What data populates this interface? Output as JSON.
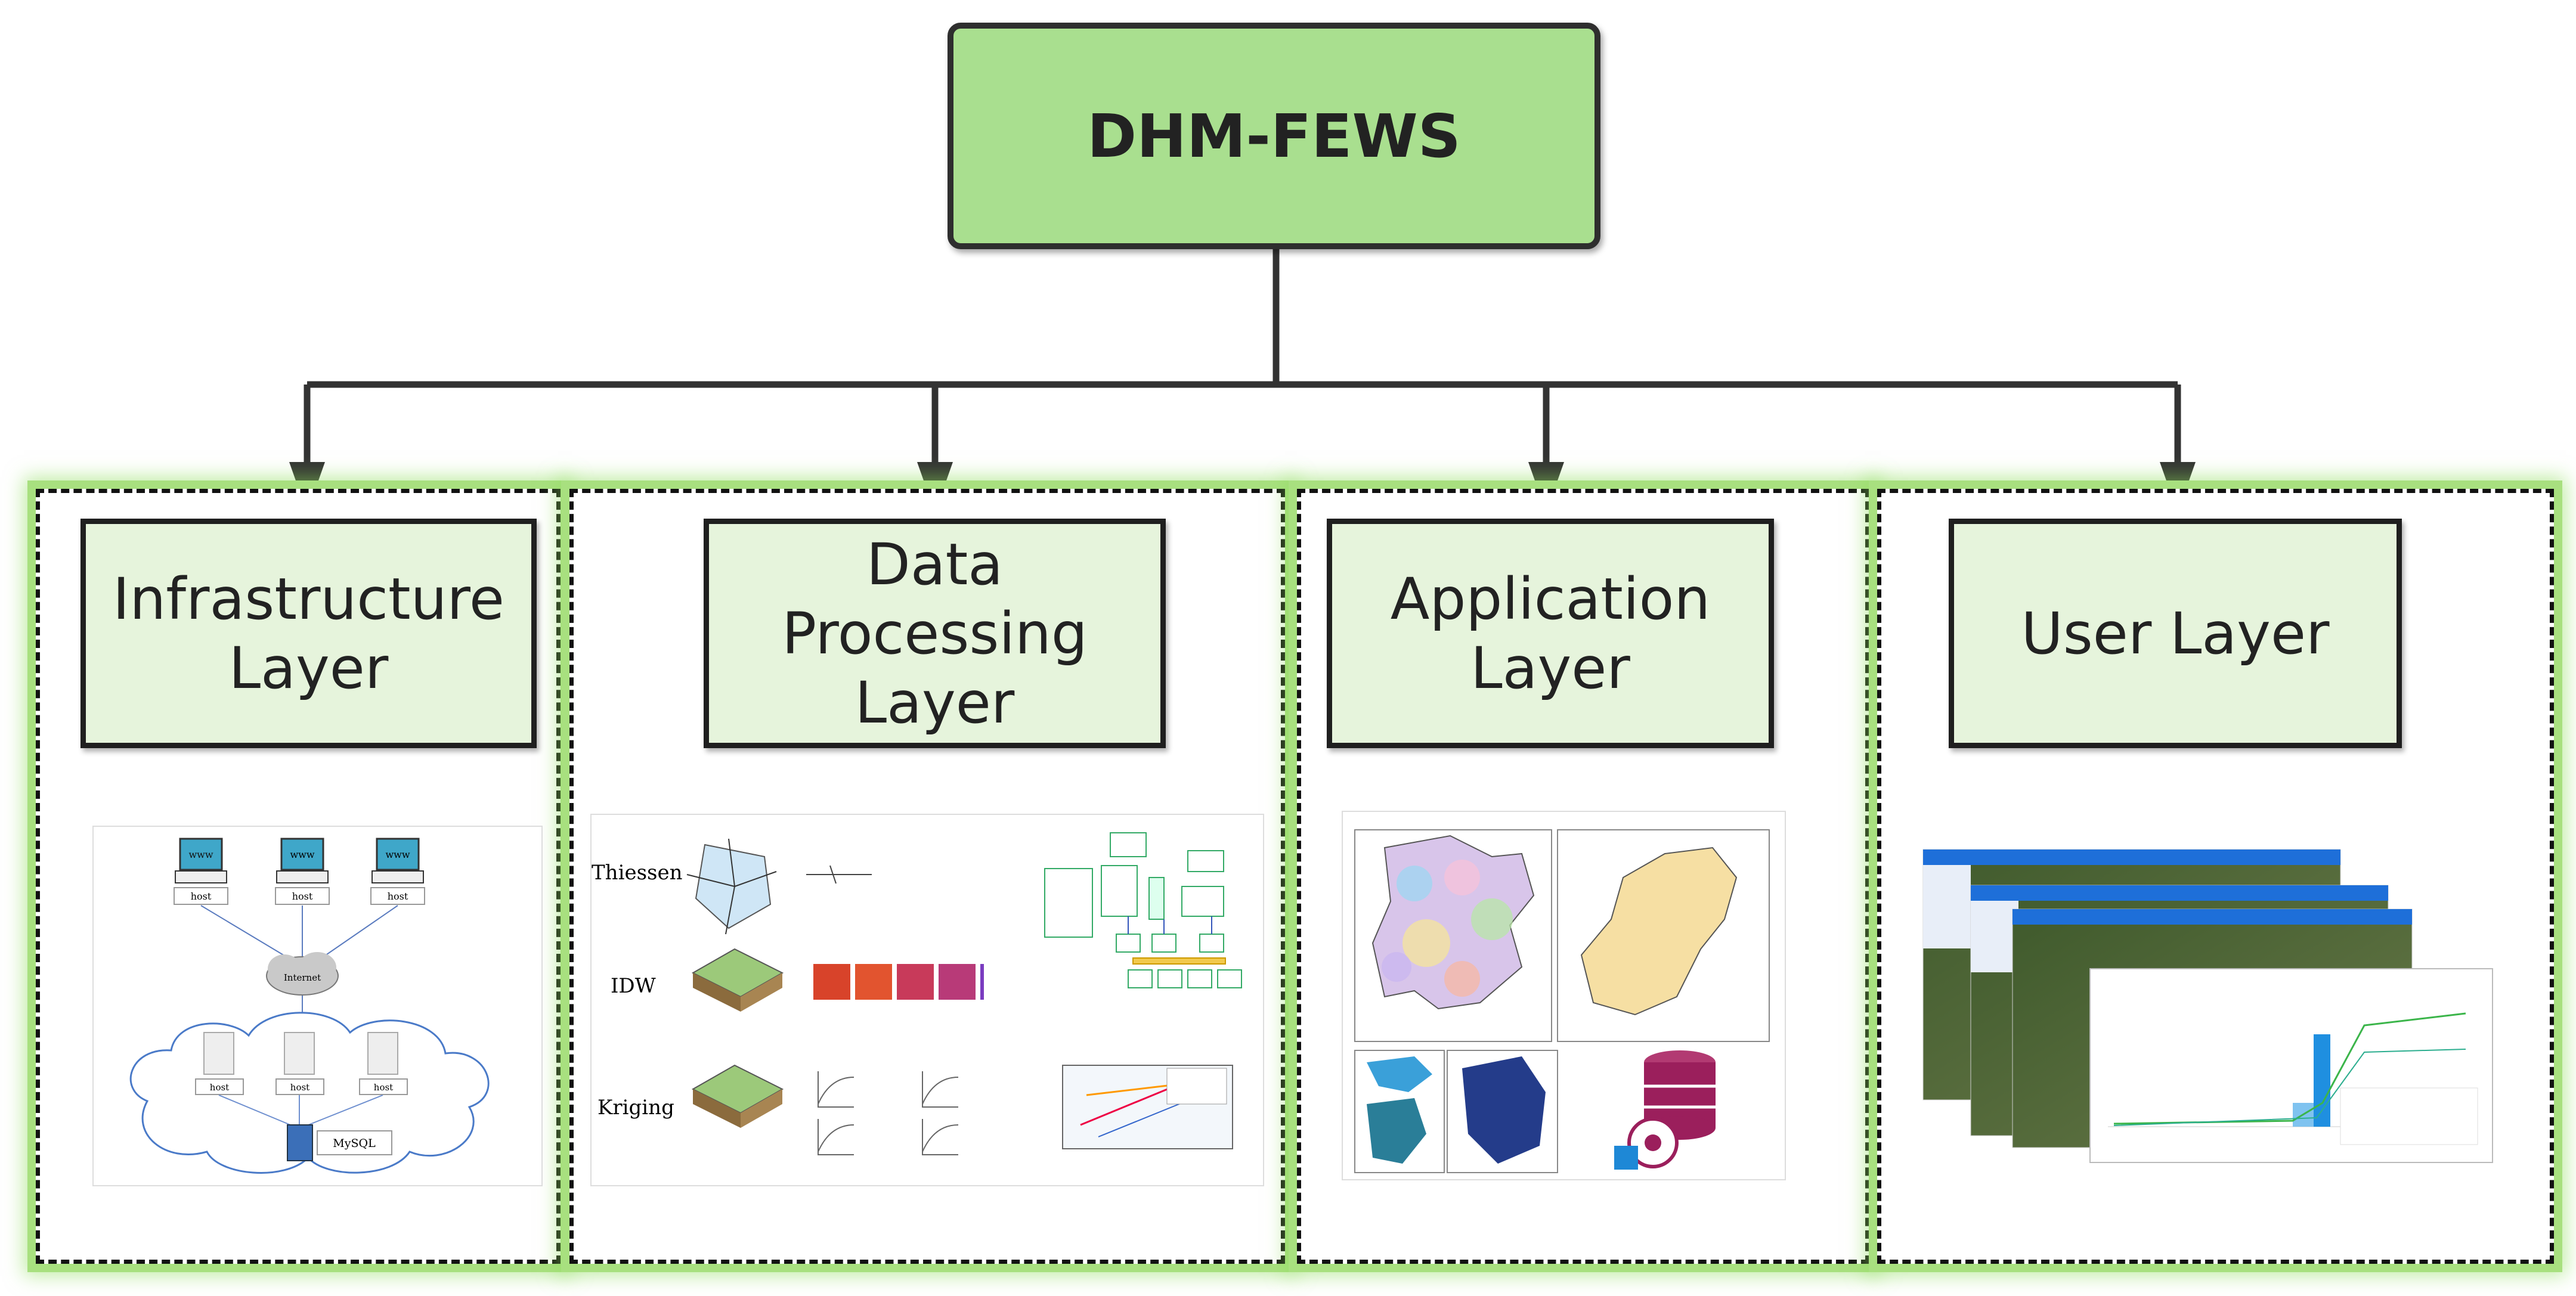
{
  "root": {
    "title": "DHM-FEWS"
  },
  "layers": [
    {
      "title": "Infrastructure\nLayer"
    },
    {
      "title": "Data\nProcessing\nLayer"
    },
    {
      "title": "Application\nLayer"
    },
    {
      "title": "User Layer"
    }
  ],
  "infrastructure": {
    "client_labels": [
      "www",
      "www",
      "www"
    ],
    "cloud_label": "Internet",
    "host_label": "host",
    "database_label": "MySQL"
  },
  "data_processing": {
    "method_labels": [
      "Thiessen",
      "IDW",
      "Kriging"
    ]
  },
  "colors": {
    "root_fill": "#a9df8f",
    "layer_title_fill": "#e6f4dc",
    "panel_glow": "#a8e07f",
    "database_icon": "#9b1f5c"
  }
}
